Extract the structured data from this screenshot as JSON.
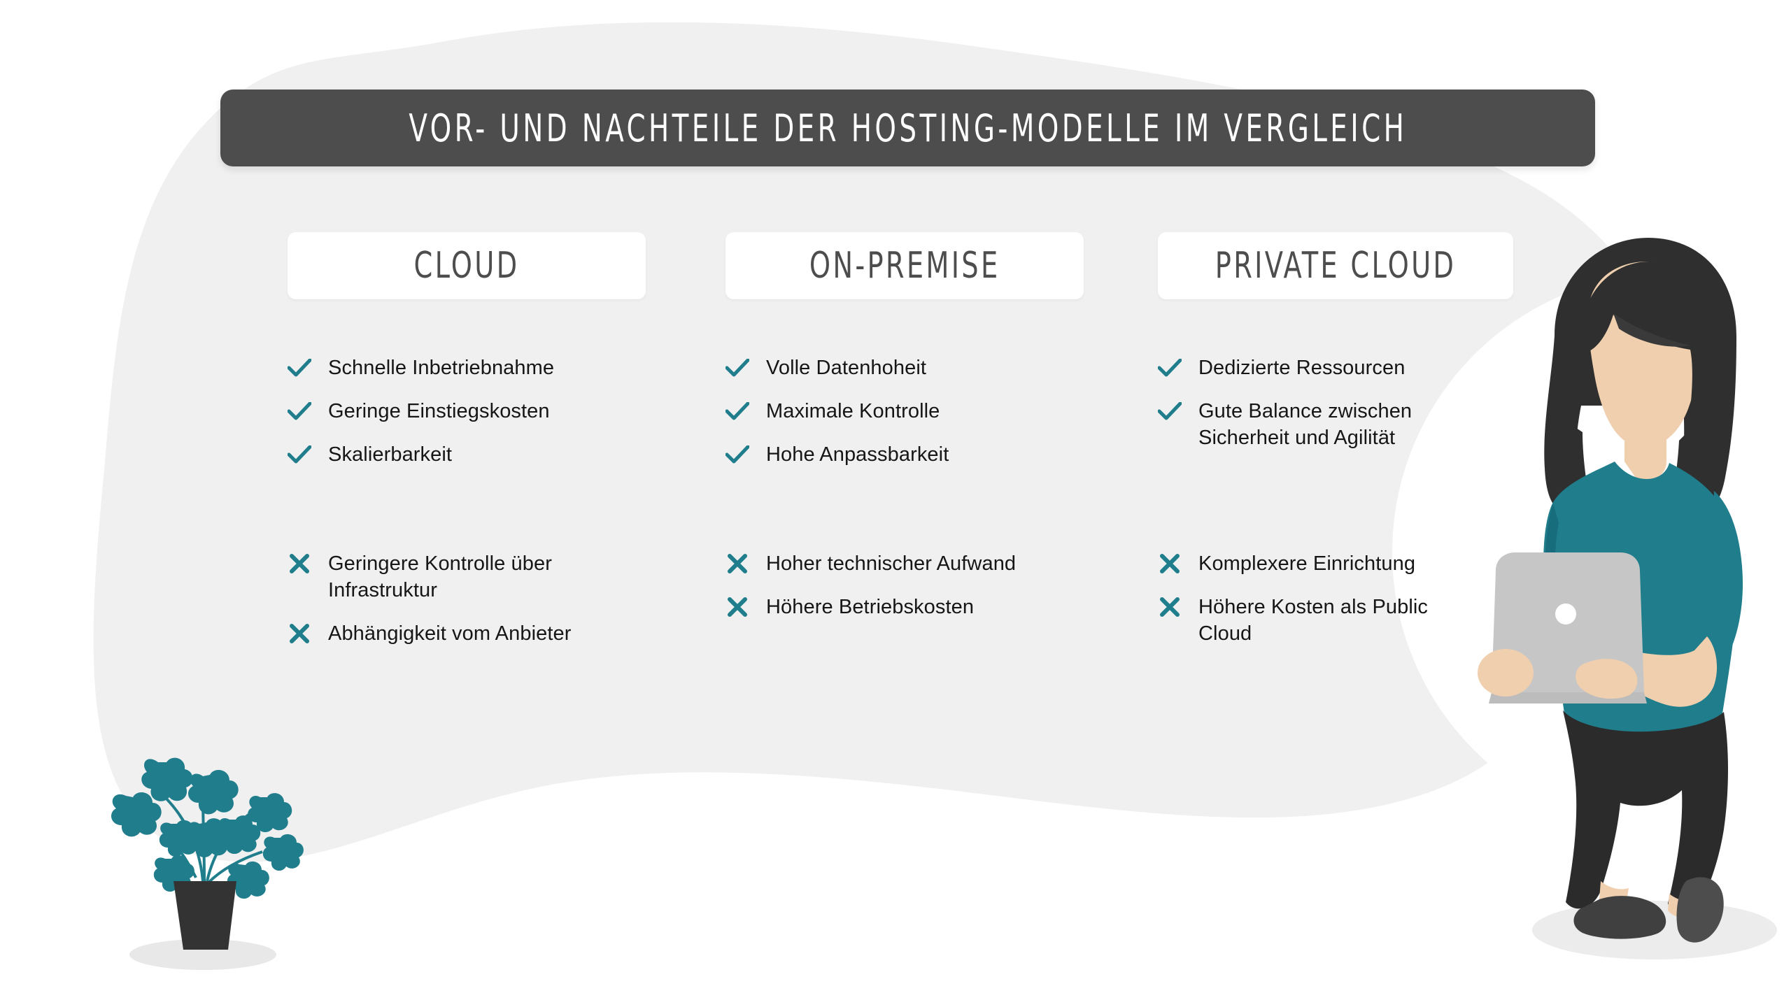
{
  "header": {
    "title": "VOR- UND NACHTEILE DER HOSTING-MODELLE IM VERGLEICH"
  },
  "colors": {
    "accent_teal": "#1f7d8c",
    "title_bar": "#4d4d4d",
    "background_blob": "#f0f0f0",
    "page_background": "#ffffff",
    "body_text": "#161616",
    "header_text": "#4d4d4d",
    "illustration_dark": "#2f2f2f",
    "illustration_skin": "#f0cfae",
    "illustration_laptop": "#c6c6c6",
    "shadow_ellipse": "#e8e8e8"
  },
  "columns": [
    {
      "title": "CLOUD",
      "pros": [
        {
          "icon": "check-icon",
          "label": "Schnelle Inbetriebnahme"
        },
        {
          "icon": "check-icon",
          "label": "Geringe Einstiegskosten"
        },
        {
          "icon": "check-icon",
          "label": "Skalierbarkeit"
        }
      ],
      "cons": [
        {
          "icon": "cross-icon",
          "label": "Geringere Kontrolle über Infrastruktur"
        },
        {
          "icon": "cross-icon",
          "label": "Abhängigkeit vom Anbieter"
        }
      ]
    },
    {
      "title": "ON-PREMISE",
      "pros": [
        {
          "icon": "check-icon",
          "label": "Volle Datenhoheit"
        },
        {
          "icon": "check-icon",
          "label": "Maximale Kontrolle"
        },
        {
          "icon": "check-icon",
          "label": "Hohe Anpassbarkeit"
        }
      ],
      "cons": [
        {
          "icon": "cross-icon",
          "label": "Hoher technischer Aufwand"
        },
        {
          "icon": "cross-icon",
          "label": "Höhere Betriebskosten"
        }
      ]
    },
    {
      "title": "PRIVATE CLOUD",
      "pros": [
        {
          "icon": "check-icon",
          "label": "Dedizierte Ressourcen"
        },
        {
          "icon": "check-icon",
          "label": "Gute Balance zwischen Sicherheit und Agilität"
        }
      ],
      "cons": [
        {
          "icon": "cross-icon",
          "label": "Komplexere Einrichtung"
        },
        {
          "icon": "cross-icon",
          "label": "Höhere Kosten als Public Cloud"
        }
      ]
    }
  ],
  "illustrations": [
    {
      "name": "potted-plant",
      "description": "Topfpflanze"
    },
    {
      "name": "person-with-laptop",
      "description": "Person mit Laptop"
    }
  ]
}
